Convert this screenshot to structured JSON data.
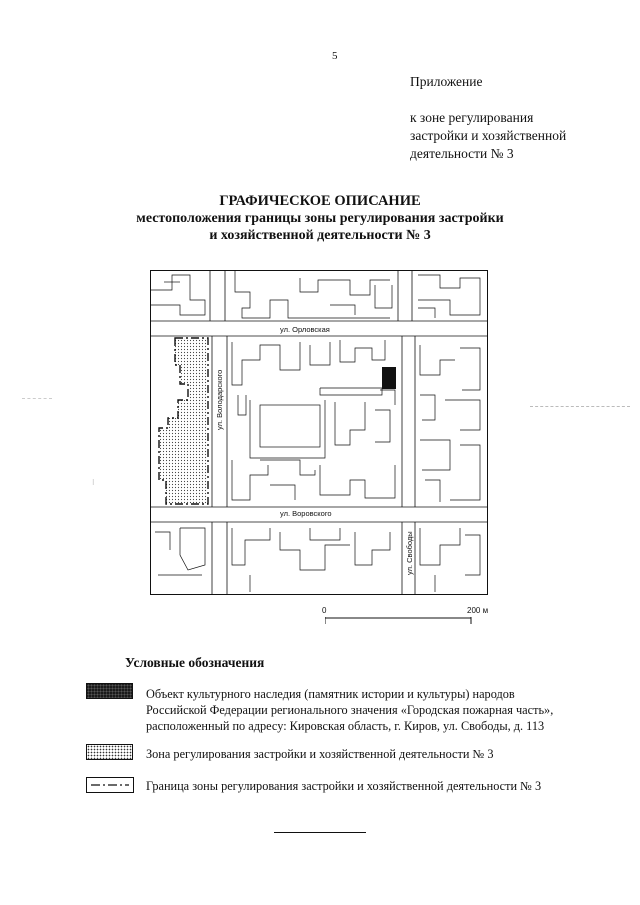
{
  "page_number": "5",
  "appendix": {
    "line1": "Приложение",
    "line2": "к зоне регулирования",
    "line3": "застройки и хозяйственной",
    "line4": "деятельности № 3"
  },
  "title": {
    "main": "ГРАФИЧЕСКОЕ ОПИСАНИЕ",
    "sub_line1": "местоположения границы зоны регулирования застройки",
    "sub_line2": "и хозяйственной деятельности № 3"
  },
  "map": {
    "street_orlovskaya": "ул. Орловская",
    "street_volodarskogo": "ул. Володарского",
    "street_vorovskogo": "ул. Воровского",
    "street_svobody": "ул. Свободы"
  },
  "scale": {
    "zero": "0",
    "max": "200 м"
  },
  "legend": {
    "title": "Условные обозначения",
    "item1_line1": "Объект культурного наследия (памятник истории и культуры) народов",
    "item1_line2": "Российской Федерации регионального значения «Городская пожарная часть»,",
    "item1_line3": "расположенный по адресу: Кировская область, г. Киров, ул. Свободы, д. 113",
    "item2": "Зона регулирования застройки и хозяйственной деятельности № 3",
    "item3": "Граница зоны регулирования застройки и хозяйственной деятельности № 3"
  },
  "colors": {
    "ink": "#111111",
    "zone_fill": "#e6e6e6"
  }
}
